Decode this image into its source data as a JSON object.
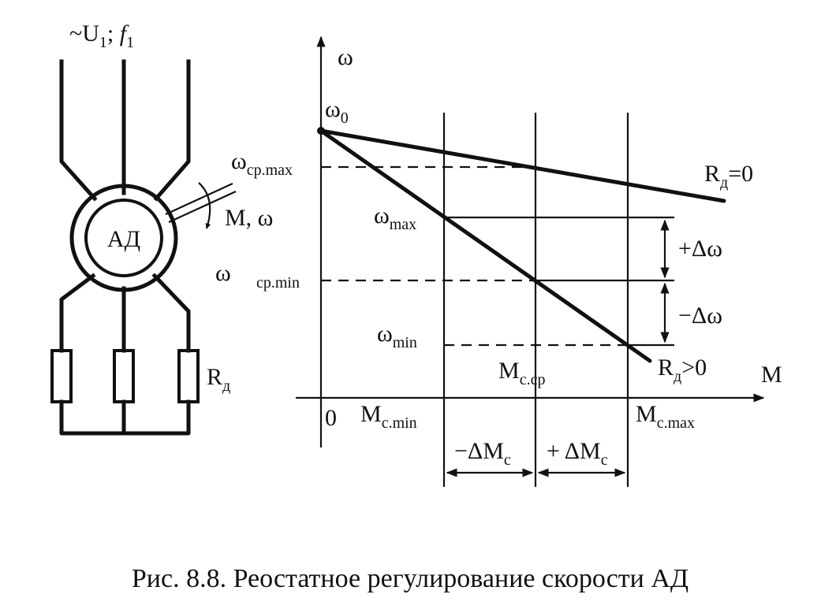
{
  "schematic": {
    "supply_prefix": "~U",
    "supply_sub": "1",
    "supply_sep": "; ",
    "supply_f": "f",
    "supply_f_sub": "1",
    "motor_label": "АД",
    "shaft_label": "M, ω",
    "stray_omega": "ω",
    "resistor_prefix": "R",
    "resistor_sub": "д"
  },
  "graph": {
    "y_axis": "ω",
    "x_axis": "M",
    "origin": "0",
    "omega0": {
      "main": "ω",
      "sub": "0"
    },
    "omega_cp_max": {
      "main": "ω",
      "sub": "cp.max"
    },
    "omega_max": {
      "main": "ω",
      "sub": "max"
    },
    "cp_min": "cp.min",
    "omega_min": {
      "main": "ω",
      "sub": "min"
    },
    "line_rd0": {
      "main": "R",
      "sub": "д",
      "rest": "=0"
    },
    "line_rdpos": {
      "main": "R",
      "sub": "д",
      "rest": ">0"
    },
    "m_c_cp": {
      "main": "M",
      "sub": "c.cp"
    },
    "m_c_min": {
      "main": "M",
      "sub": "c.min"
    },
    "m_c_max": {
      "main": "M",
      "sub": "c.max"
    },
    "plus_dw": "+Δω",
    "minus_dw": "−Δω",
    "minus_dmc": {
      "main": "−ΔM",
      "sub": "c"
    },
    "plus_dmc": {
      "main": "+ ΔM",
      "sub": "c"
    }
  },
  "caption": "Рис. 8.8. Реостатное регулирование скорости АД"
}
